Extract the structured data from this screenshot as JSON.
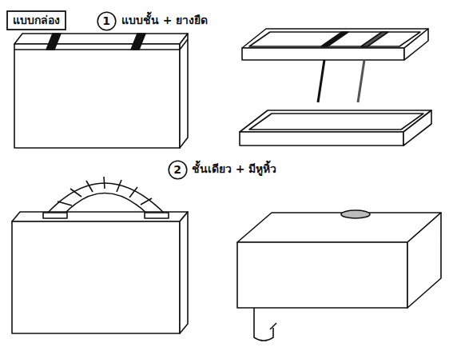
{
  "diagram": {
    "nodes": [
      {
        "text": [
          "แบบกล่อง"
        ]
      },
      {
        "text": [
          "1"
        ]
      },
      {
        "text": [
          "2"
        ]
      }
    ],
    "labels": [
      "แบบชั้น + ยางยืด",
      "ชั้นเดียว + มีหูหิ้ว"
    ]
  }
}
